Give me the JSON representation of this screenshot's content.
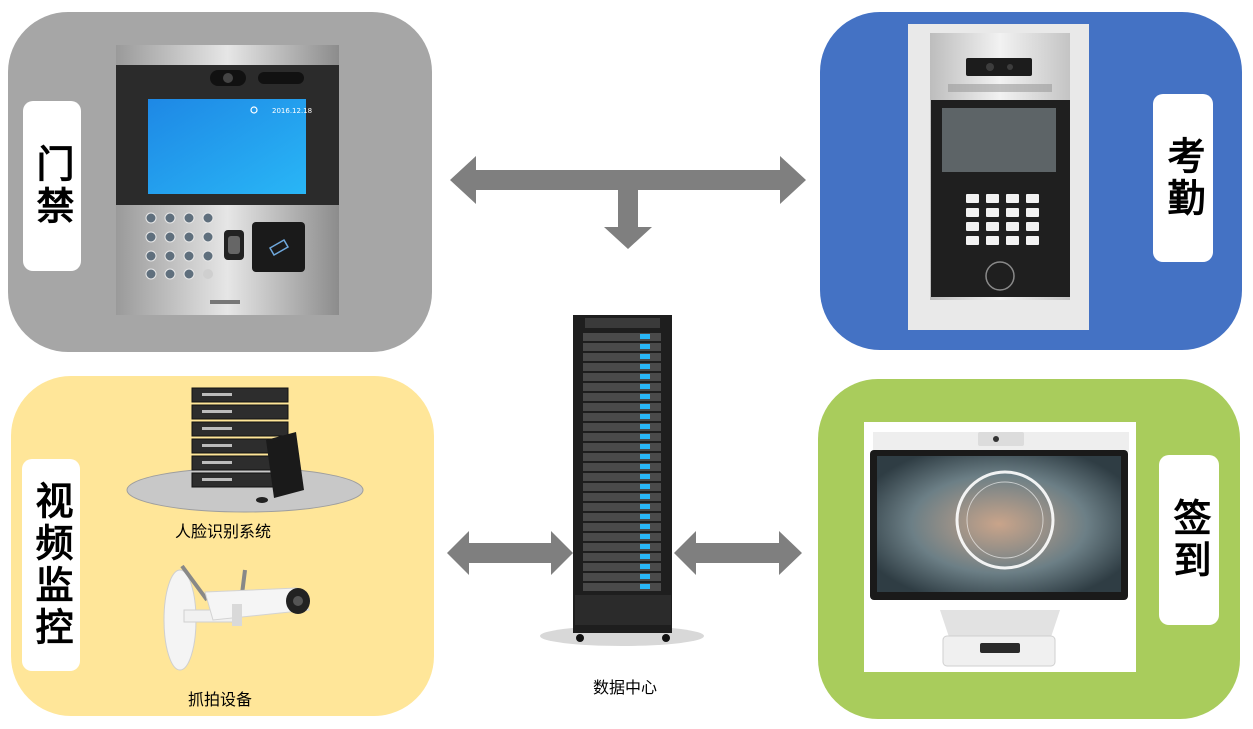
{
  "colors": {
    "access_bg": "#a6a6a6",
    "attendance_bg": "#4472c4",
    "video_bg": "#ffe699",
    "signin_bg": "#a9cc5c",
    "arrow": "#7f7f7f"
  },
  "panels": {
    "access_control": {
      "label": "门禁",
      "screen_time": "2016.12.18"
    },
    "attendance": {
      "label": "考勤"
    },
    "video_surveillance": {
      "label": "视频监控",
      "face_system_caption": "人脸识别系统",
      "capture_device_caption": "抓拍设备"
    },
    "sign_in": {
      "label": "签到"
    }
  },
  "center": {
    "caption": "数据中心"
  }
}
